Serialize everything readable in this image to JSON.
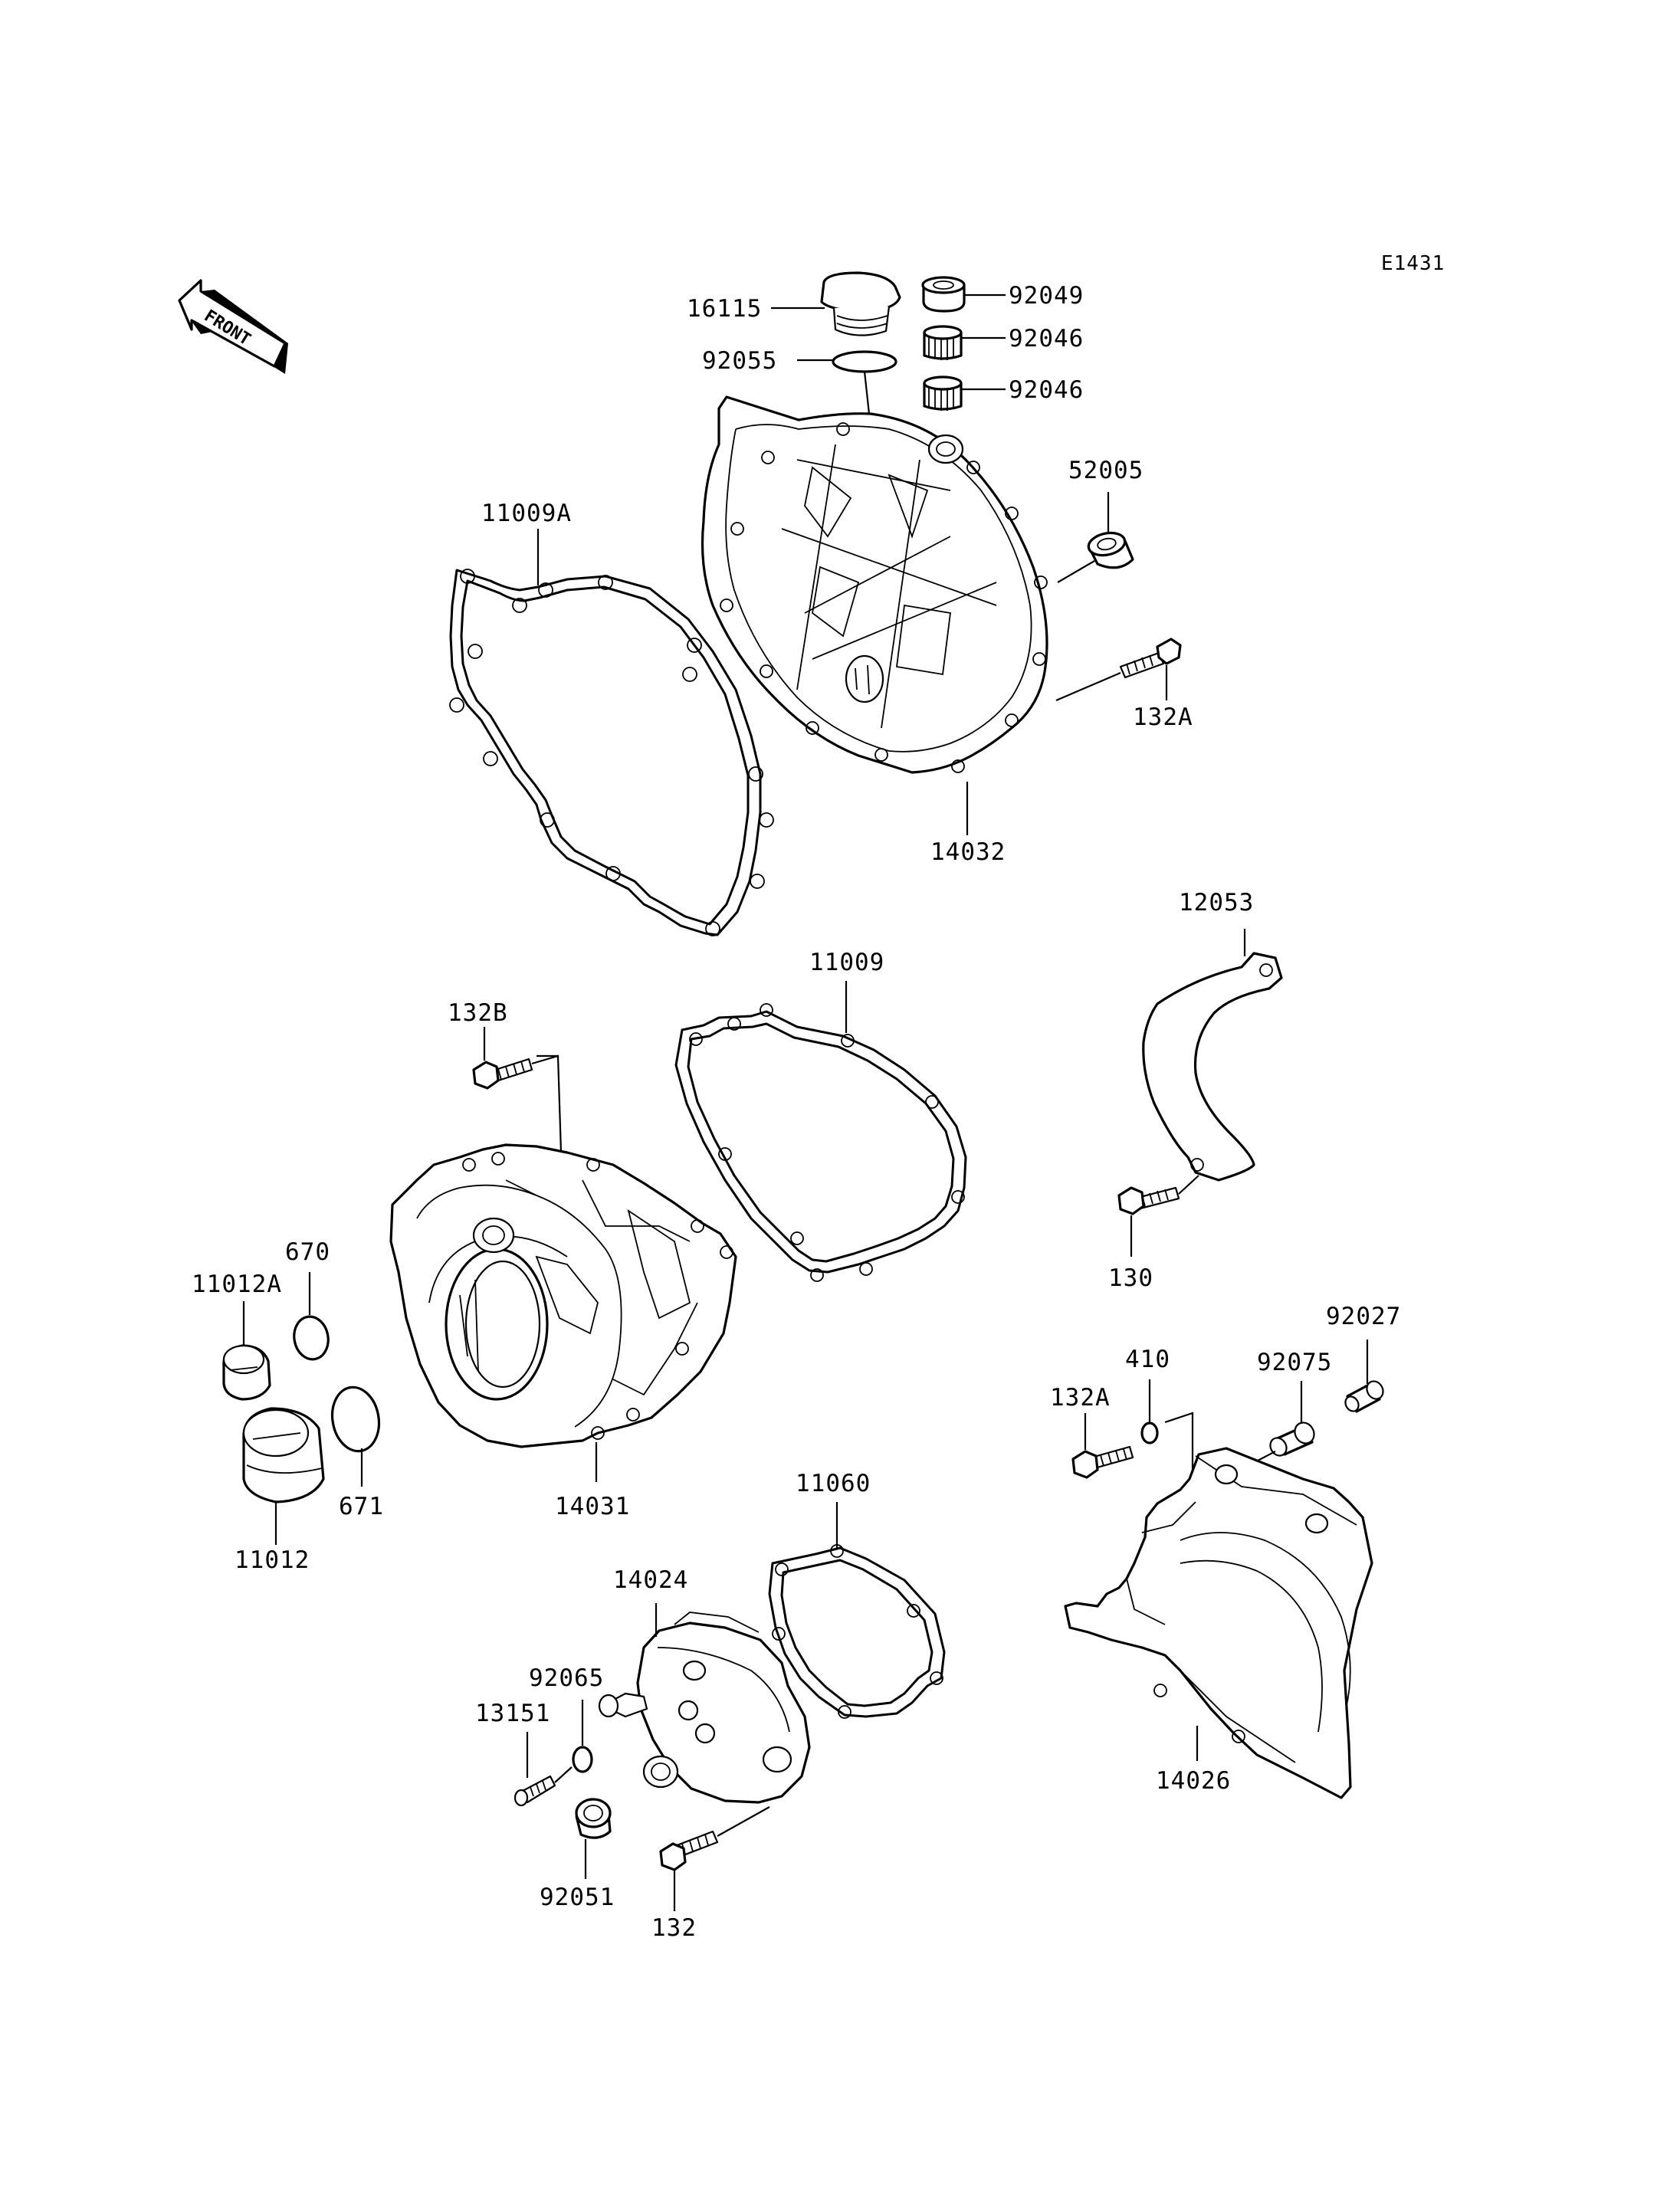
{
  "diagram_code": "E1431",
  "front_label": "FRONT",
  "part_labels": {
    "p16115": "16115",
    "p92049": "92049",
    "p92046a": "92046",
    "p92046b": "92046",
    "p92055": "92055",
    "p52005": "52005",
    "p11009A": "11009A",
    "p132A_top": "132A",
    "p14032": "14032",
    "p12053": "12053",
    "p11009": "11009",
    "p132B": "132B",
    "p670": "670",
    "p11012A": "11012A",
    "p130": "130",
    "p92027": "92027",
    "p410": "410",
    "p92075": "92075",
    "p132A_right": "132A",
    "p14031": "14031",
    "p671": "671",
    "p11012": "11012",
    "p11060": "11060",
    "p14024": "14024",
    "p92065": "92065",
    "p13151": "13151",
    "p14026": "14026",
    "p92051": "92051",
    "p132": "132"
  }
}
